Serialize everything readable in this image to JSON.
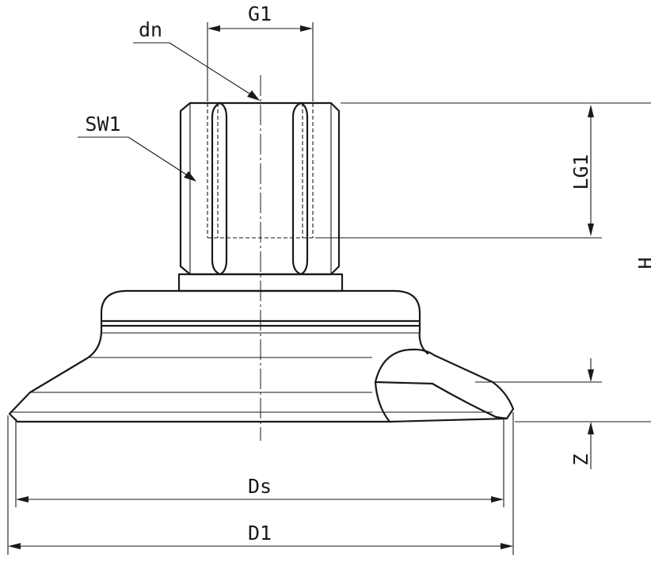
{
  "labels": {
    "thread_diameter": "G1",
    "nominal_diameter": "dn",
    "wrench_size": "SW1",
    "thread_length": "LG1",
    "height": "H",
    "stroke": "Z",
    "sealing_diameter": "Ds",
    "outer_diameter": "D1"
  }
}
